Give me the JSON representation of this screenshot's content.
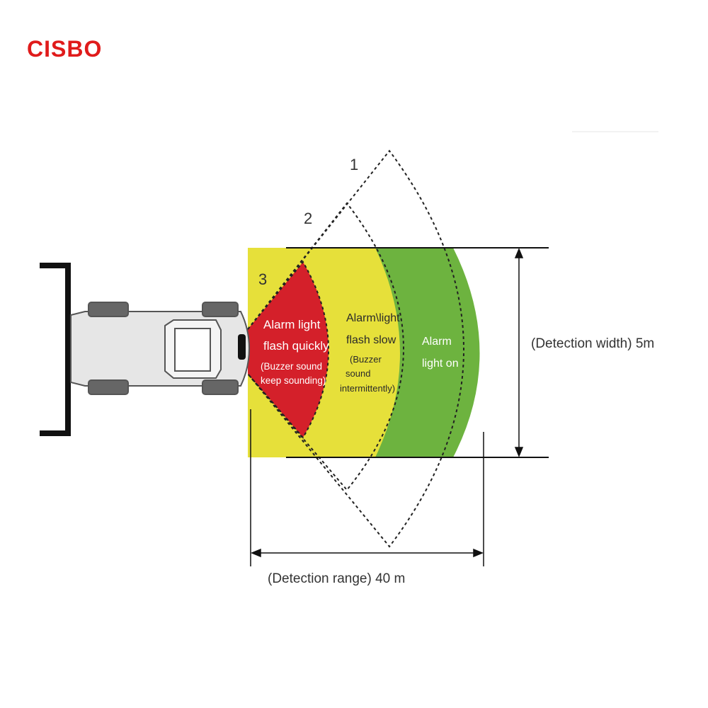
{
  "logo": {
    "text": "CISBO",
    "color": "#e01b1b"
  },
  "zones": [
    {
      "number": "1",
      "color": "#6db33f",
      "lines": [
        "Alarm",
        "light on"
      ]
    },
    {
      "number": "2",
      "color": "#e6e03a",
      "lines": [
        "Alarm\\light",
        "flash slow",
        "(Buzzer",
        "sound",
        "intermittently)"
      ]
    },
    {
      "number": "3",
      "color": "#d4202a",
      "lines": [
        "Alarm light",
        "flash quickly",
        "(Buzzer sound",
        "keep sounding)"
      ]
    }
  ],
  "detection_width": "(Detection width) 5m",
  "detection_range": "(Detection range) 40 m",
  "icons": {
    "vehicle": "forklift-top-view-icon",
    "sensor": "radar-sensor-icon"
  }
}
